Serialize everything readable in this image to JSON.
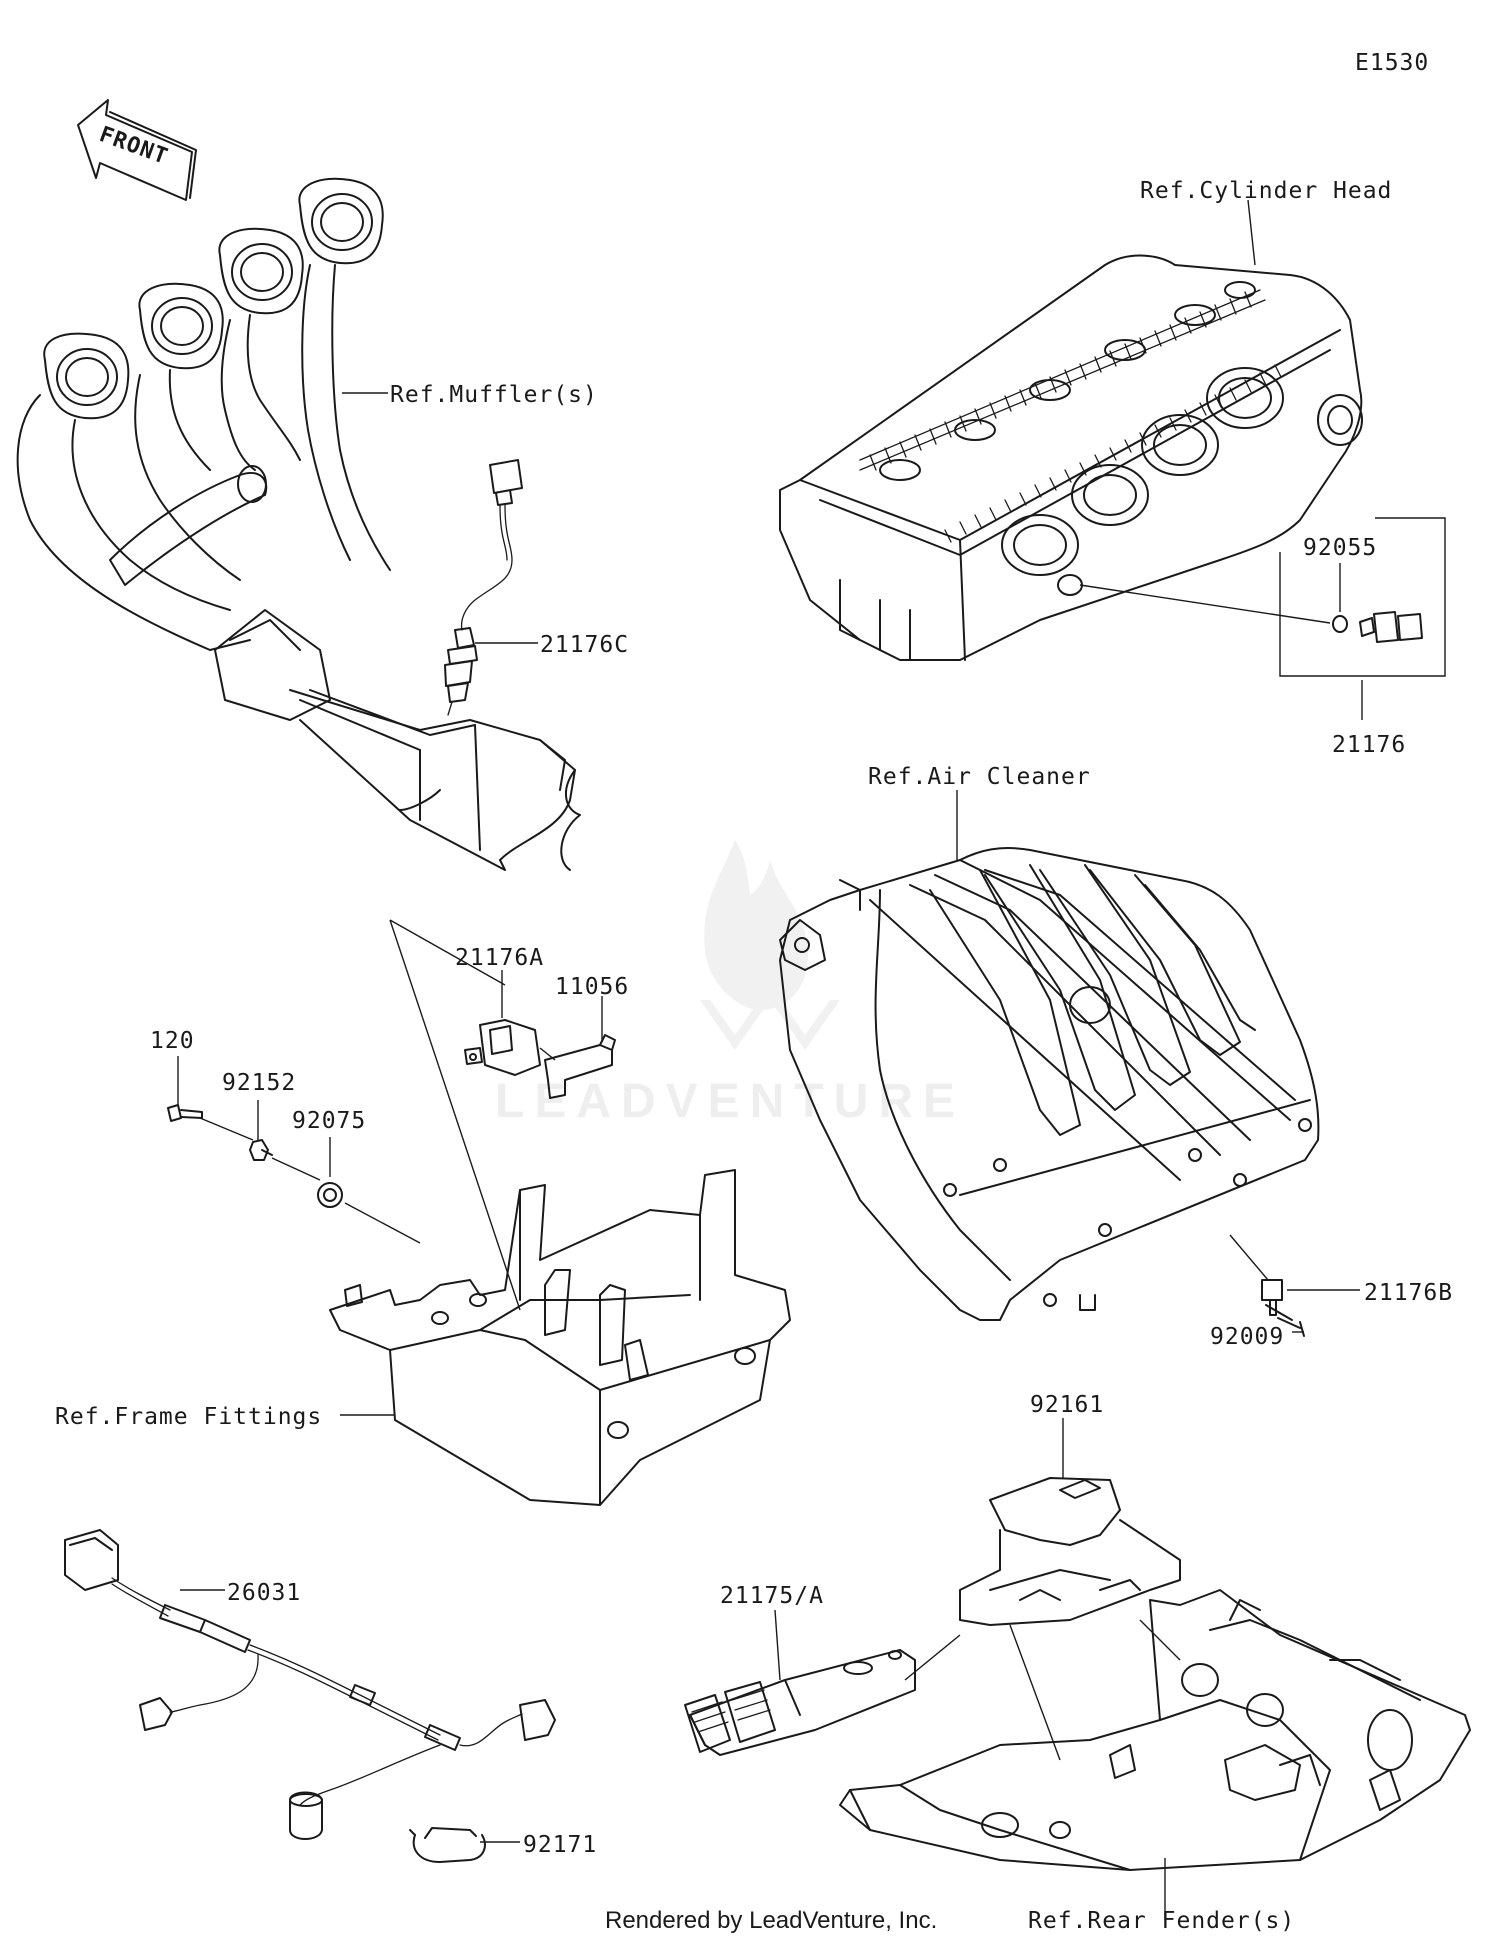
{
  "diagram_id": "E1530",
  "front_label": "FRONT",
  "footer": "Rendered by LeadVenture, Inc.",
  "watermark": "LEADVENTURE",
  "labels": {
    "ref_cylinder_head": "Ref.Cylinder Head",
    "ref_mufflers": "Ref.Muffler(s)",
    "ref_air_cleaner": "Ref.Air Cleaner",
    "ref_frame_fittings": "Ref.Frame Fittings",
    "ref_rear_fenders": "Ref.Rear Fender(s)",
    "p21176C": "21176C",
    "p92055": "92055",
    "p21176": "21176",
    "p21176A": "21176A",
    "p11056": "11056",
    "p120": "120",
    "p92152": "92152",
    "p92075": "92075",
    "p21176B": "21176B",
    "p92009": "92009",
    "p92161": "92161",
    "p21175A": "21175/A",
    "p26031": "26031",
    "p92171": "92171"
  }
}
